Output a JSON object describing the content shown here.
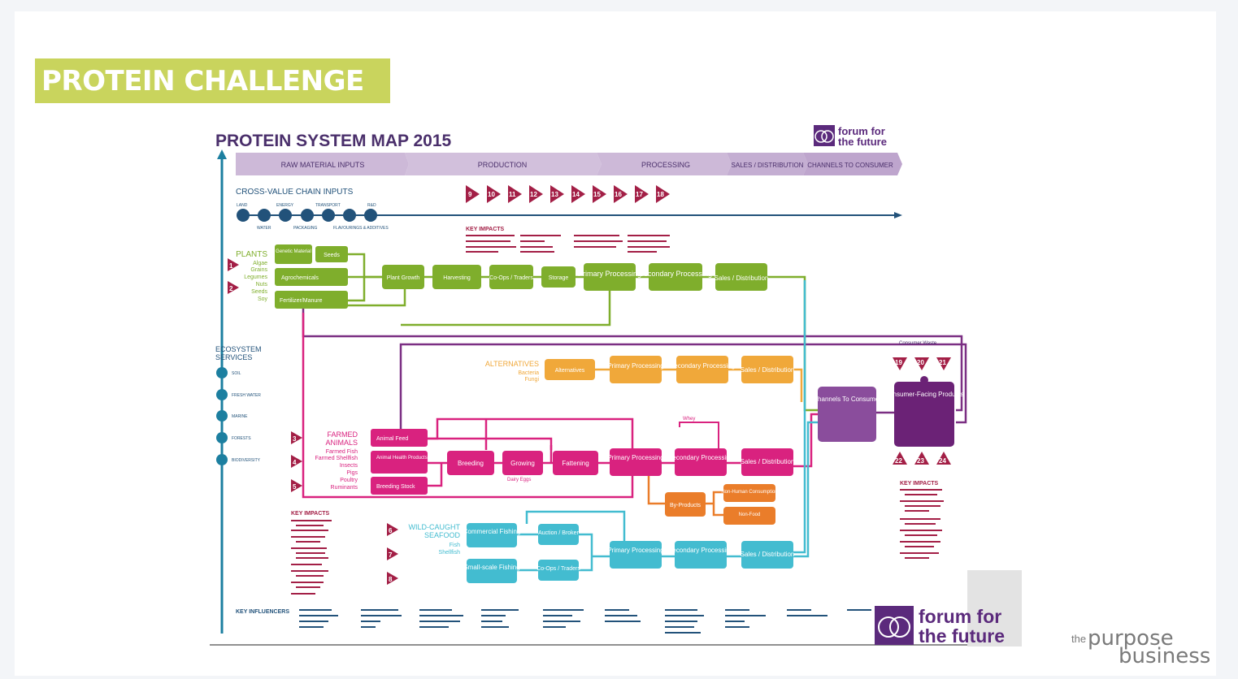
{
  "slide": {
    "title": "PROTEIN CHALLENGE"
  },
  "map": {
    "title": "PROTEIN SYSTEM MAP 2015",
    "logo_top": [
      "forum for",
      "the future"
    ],
    "logo_bottom": [
      "forum for",
      "the future"
    ],
    "stages": [
      "RAW MATERIAL INPUTS",
      "PRODUCTION",
      "PROCESSING",
      "SALES / DISTRIBUTION",
      "CHANNELS TO CONSUMER"
    ],
    "cross_value": {
      "heading": "CROSS-VALUE CHAIN INPUTS",
      "upper_labels": [
        "LAND",
        "ENERGY",
        "TRANSPORT",
        "R&D"
      ],
      "lower_labels": [
        "WATER",
        "PACKAGING",
        "FLAVOURINGS & ADDITIVES"
      ],
      "numbers": [
        "9",
        "10",
        "11",
        "12",
        "13",
        "14",
        "15",
        "16",
        "17",
        "18"
      ]
    },
    "key_impacts_top": "KEY IMPACTS",
    "plants": {
      "label": "PLANTS",
      "items": [
        "Algae",
        "Grains",
        "Legumes",
        "Nuts",
        "Seeds",
        "Soy"
      ],
      "numbers": [
        "1",
        "2"
      ]
    },
    "plant_inputs": [
      "Genetic Material",
      "Seeds",
      "Agrochemicals",
      "Fertilizer/Manure"
    ],
    "plant_chain": [
      "Plant Growth",
      "Harvesting",
      "Co-Ops / Traders",
      "Storage",
      "Primary Processing",
      "Secondary Processing",
      "Sales / Distribution"
    ],
    "ecosystem": {
      "heading": "ECOSYSTEM SERVICES",
      "items": [
        "SOIL",
        "FRESH WATER",
        "MARINE",
        "FORESTS",
        "BIODIVERSITY"
      ]
    },
    "consumer_waste": "Consumer Waste",
    "alternatives": {
      "label": "ALTERNATIVES",
      "items": [
        "Bacteria",
        "Fungi"
      ],
      "chain": [
        "Alternatives",
        "Primary Processing",
        "Secondary Processing",
        "Sales / Distribution"
      ]
    },
    "animals": {
      "label": "FARMED ANIMALS",
      "items": [
        "Farmed Fish",
        "Farmed Shellfish",
        "Insects",
        "Pigs",
        "Poultry",
        "Ruminants"
      ],
      "numbers": [
        "3",
        "4",
        "5"
      ]
    },
    "animal_inputs": [
      "Animal Feed",
      "Animal Health Products",
      "Breeding Stock"
    ],
    "animal_chain": [
      "Breeding",
      "Growing",
      "Fattening",
      "Primary Processing",
      "Secondary Processing",
      "Sales / Distribution"
    ],
    "whey": "Whey",
    "dairy": "Dairy Eggs",
    "byproducts": [
      "By-Products",
      "Non-Human Consumption",
      "Non-Food"
    ],
    "consumer": {
      "channels": "Channels To Consumer",
      "products": "Consumer-Facing Products",
      "numbers_top": [
        "19",
        "20",
        "21"
      ],
      "numbers_bottom": [
        "22",
        "23",
        "24"
      ]
    },
    "key_impacts_right": "KEY IMPACTS",
    "key_impacts_left": "KEY IMPACTS",
    "wild": {
      "label": "WILD-CAUGHT SEAFOOD",
      "items": [
        "Fish",
        "Shellfish"
      ],
      "numbers": [
        "6",
        "7",
        "8"
      ]
    },
    "fishing": [
      "Commercial Fishing",
      "Small-scale Fishing",
      "Auction / Broker",
      "Co-Ops / Traders"
    ],
    "fish_chain": [
      "Primary Processing",
      "Secondary Processing",
      "Sales / Distribution"
    ],
    "key_influencers": "KEY INFLUENCERS"
  },
  "branding": {
    "the": "the",
    "purpose": "purpose",
    "business": "business"
  },
  "colors": {
    "green": "#7fae2c",
    "orange": "#f0a83a",
    "magenta": "#d9227f",
    "teal": "#43bcd0",
    "purple": "#7b2f83",
    "navy": "#22527a",
    "lime": "#c9d45d",
    "bar": "#c9b3d4",
    "red": "#c0204b",
    "byproduct": "#ea7d2a"
  }
}
